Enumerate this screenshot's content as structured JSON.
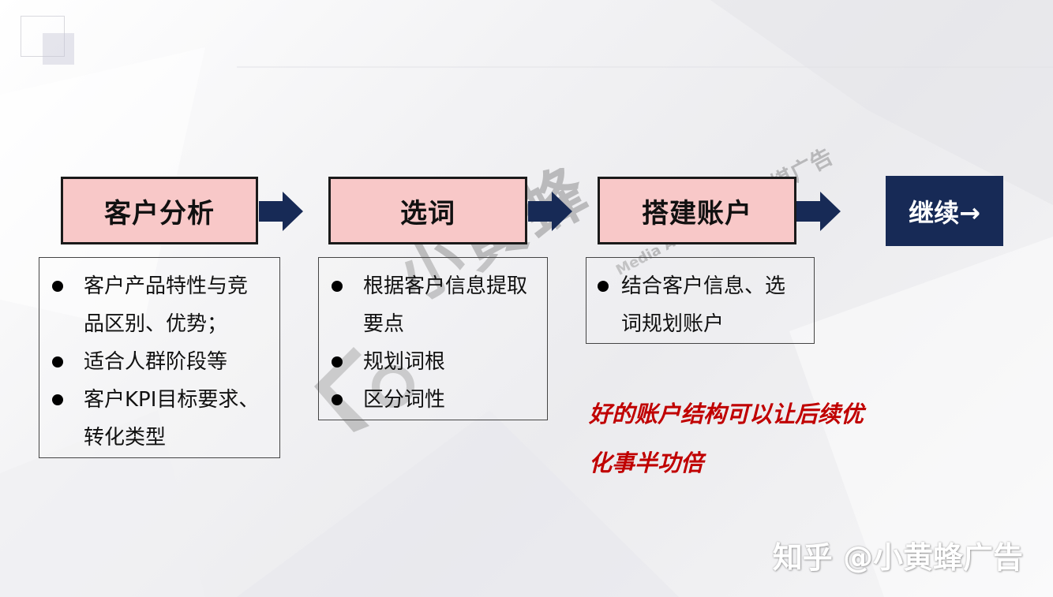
{
  "steps": [
    {
      "label": "客户分析"
    },
    {
      "label": "选词"
    },
    {
      "label": "搭建账户"
    }
  ],
  "continue_label": "继续→",
  "details": [
    {
      "items": [
        "客户产品特性与竞",
        "品区别、优势；",
        "适合人群阶段等",
        "客户KPI目标要求、",
        "转化类型"
      ],
      "bullets": [
        true,
        false,
        true,
        true,
        false
      ]
    },
    {
      "items": [
        "根据客户信息提取",
        "要点",
        "规划词根",
        "区分词性"
      ],
      "bullets": [
        true,
        false,
        true,
        true
      ]
    },
    {
      "items": [
        "结合客户信息、选",
        "词规划账户"
      ],
      "bullets": [
        true,
        false
      ]
    }
  ],
  "note": {
    "line1": "好的账户结构可以让后续优",
    "line2": "化事半功倍"
  },
  "watermark": {
    "main": "小黄蜂",
    "sub": "Media Advertising",
    "chars": "传媒广告"
  },
  "footer_mark": "知乎 @小黄蜂广告",
  "colors": {
    "step_fill": "#f8c8c8",
    "arrow_navy": "#172a56",
    "note_red": "#c00000"
  }
}
